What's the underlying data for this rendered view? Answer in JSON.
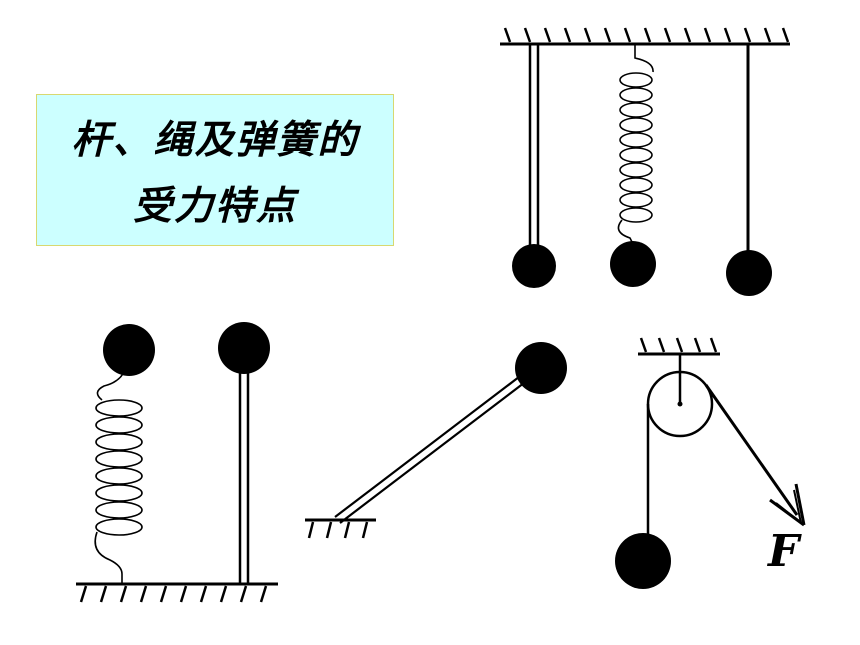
{
  "title": {
    "line1": "杆、绳及弹簧的",
    "line2": "受力特点"
  },
  "force_label": "F",
  "colors": {
    "title_bg": "#ccffff",
    "title_border": "#d8d870",
    "ink": "#000000",
    "page_bg": "#ffffff"
  }
}
